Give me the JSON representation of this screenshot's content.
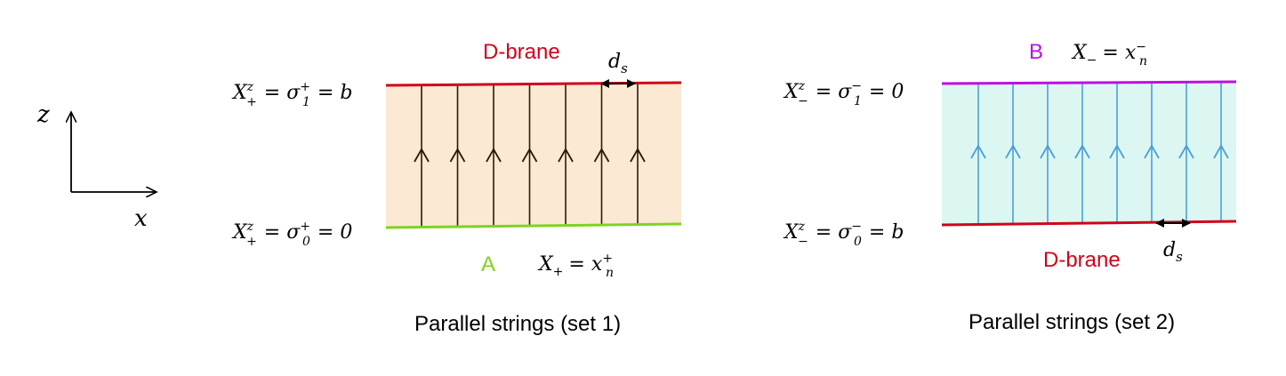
{
  "axes": {
    "x_label": "x",
    "z_label": "z"
  },
  "panel1": {
    "top_brane_label": "D-brane",
    "spacing_label": "d",
    "spacing_sub": "s",
    "top_boundary": {
      "base": "X",
      "sup": "z",
      "sub": "+",
      "rhs": "= σ",
      "rhs_sup": "+",
      "rhs_sub": "1",
      "tail": "= b"
    },
    "bottom_boundary": {
      "base": "X",
      "sup": "z",
      "sub": "+",
      "rhs": "= σ",
      "rhs_sup": "+",
      "rhs_sub": "0",
      "tail": "= 0"
    },
    "bottom_letter": "A",
    "bottom_eq": {
      "base": "X",
      "sub": "+",
      "rhs": "= x",
      "rhs_sup": "+",
      "rhs_sub": "n"
    },
    "caption": "Parallel strings (set 1)",
    "string_count": 7
  },
  "panel2": {
    "top_letter": "B",
    "top_eq": {
      "base": "X",
      "sub": "−",
      "rhs": "= x",
      "rhs_sup": "−",
      "rhs_sub": "n"
    },
    "top_boundary": {
      "base": "X",
      "sup": "z",
      "sub": "−",
      "rhs": "= σ",
      "rhs_sup": "−",
      "rhs_sub": "1",
      "tail": "= 0"
    },
    "bottom_boundary": {
      "base": "X",
      "sup": "z",
      "sub": "−",
      "rhs": "= σ",
      "rhs_sup": "−",
      "rhs_sub": "0",
      "tail": "= b"
    },
    "bottom_brane_label": "D-brane",
    "spacing_label": "d",
    "spacing_sub": "s",
    "caption": "Parallel strings (set 2)",
    "string_count": 8
  },
  "colors": {
    "dbrane": "#d0021b",
    "green_edge": "#7ed321",
    "purple_edge": "#bd10e0",
    "fill1": "#fce9d3",
    "fill2": "#dcf7f1",
    "string1": "#2a1a0a",
    "string2": "#4a9fdc"
  }
}
